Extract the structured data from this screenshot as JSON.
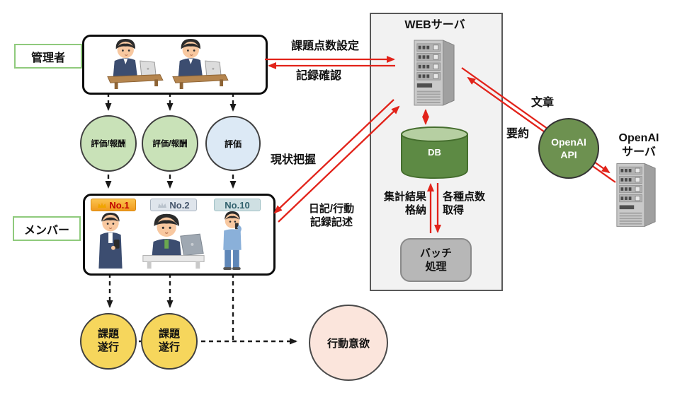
{
  "colors": {
    "arrow_red": "#e2231a",
    "dash_black": "#1a1a1a",
    "eval_green": "#c9e2b8",
    "eval_blue": "#dce9f5",
    "task_yellow": "#f6d65c",
    "motivation_pink": "#fbe5dc",
    "db_green": "#5d8a44",
    "openai_green": "#6d9150",
    "batch_gray": "#b7b7b7",
    "zone_gray": "#f2f2f2",
    "label_border_green": "#8fca7c"
  },
  "admin": {
    "label": "管理者"
  },
  "member": {
    "label": "メンバー",
    "badges": [
      {
        "rank": "No.1"
      },
      {
        "rank": "No.2"
      },
      {
        "rank": "No.10"
      }
    ]
  },
  "circles": {
    "eval_reward_1": "評価/報酬",
    "eval_reward_2": "評価/報酬",
    "eval_only": "評価",
    "task_1": "課題\n遂行",
    "task_2": "課題\n遂行",
    "motivation": "行動意欲"
  },
  "server_zone": {
    "web_server": "WEBサーバ",
    "db": "DB",
    "batch": "バッチ\n処理",
    "store_result": "集計結果\n格納",
    "fetch_scores": "各種点数\n取得"
  },
  "openai": {
    "api": "OpenAI\nAPI",
    "server": "OpenAI\nサーバ"
  },
  "arrows": {
    "set_task_scores": "課題点数設定",
    "check_records": "記録確認",
    "grasp_status": "現状把握",
    "write_diary": "日記/行動\n記録記述",
    "text_out": "文章",
    "summary_back": "要約"
  }
}
